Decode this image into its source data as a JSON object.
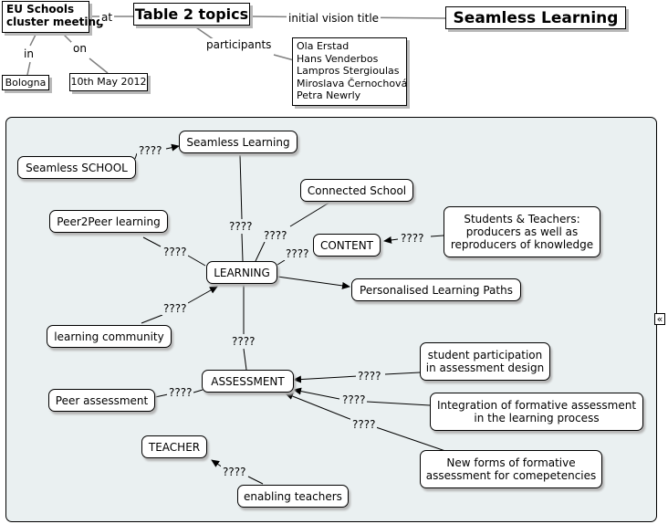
{
  "meta_nodes": {
    "event": [
      "EU Schools",
      "cluster meeting"
    ],
    "topic": "Table 2 topics",
    "vision": "Seamless Learning",
    "place": "Bologna",
    "date": "10th May 2012",
    "participants": [
      "Ola Erstad",
      "Hans Venderbos",
      "Lampros Stergioulas",
      "Miroslava Černochová",
      "Petra Newrly"
    ]
  },
  "meta_links": {
    "at": "at",
    "in": "in",
    "on": "on",
    "participants": "participants",
    "initial_vision_title": "initial vision title"
  },
  "concepts": {
    "seamless_learning": "Seamless Learning",
    "seamless_school": "Seamless SCHOOL",
    "connected_school": "Connected School",
    "peer2peer": "Peer2Peer learning",
    "content": "CONTENT",
    "students_teachers": [
      "Students & Teachers:",
      "producers as well as",
      "reproducers of knowledge"
    ],
    "learning": "LEARNING",
    "personalised_paths": "Personalised Learning Paths",
    "learning_community": "learning community",
    "assessment": "ASSESSMENT",
    "peer_assessment": "Peer assessment",
    "student_participation": [
      "student participation",
      "in assessment design"
    ],
    "integration_formative": [
      "Integration of formative assessment",
      "in the learning process"
    ],
    "new_forms": [
      "New forms of formative",
      "assessment for comepetencies"
    ],
    "teacher": "TEACHER",
    "enabling_teachers": "enabling teachers"
  },
  "link_label": "????",
  "collapse_glyph": "«"
}
